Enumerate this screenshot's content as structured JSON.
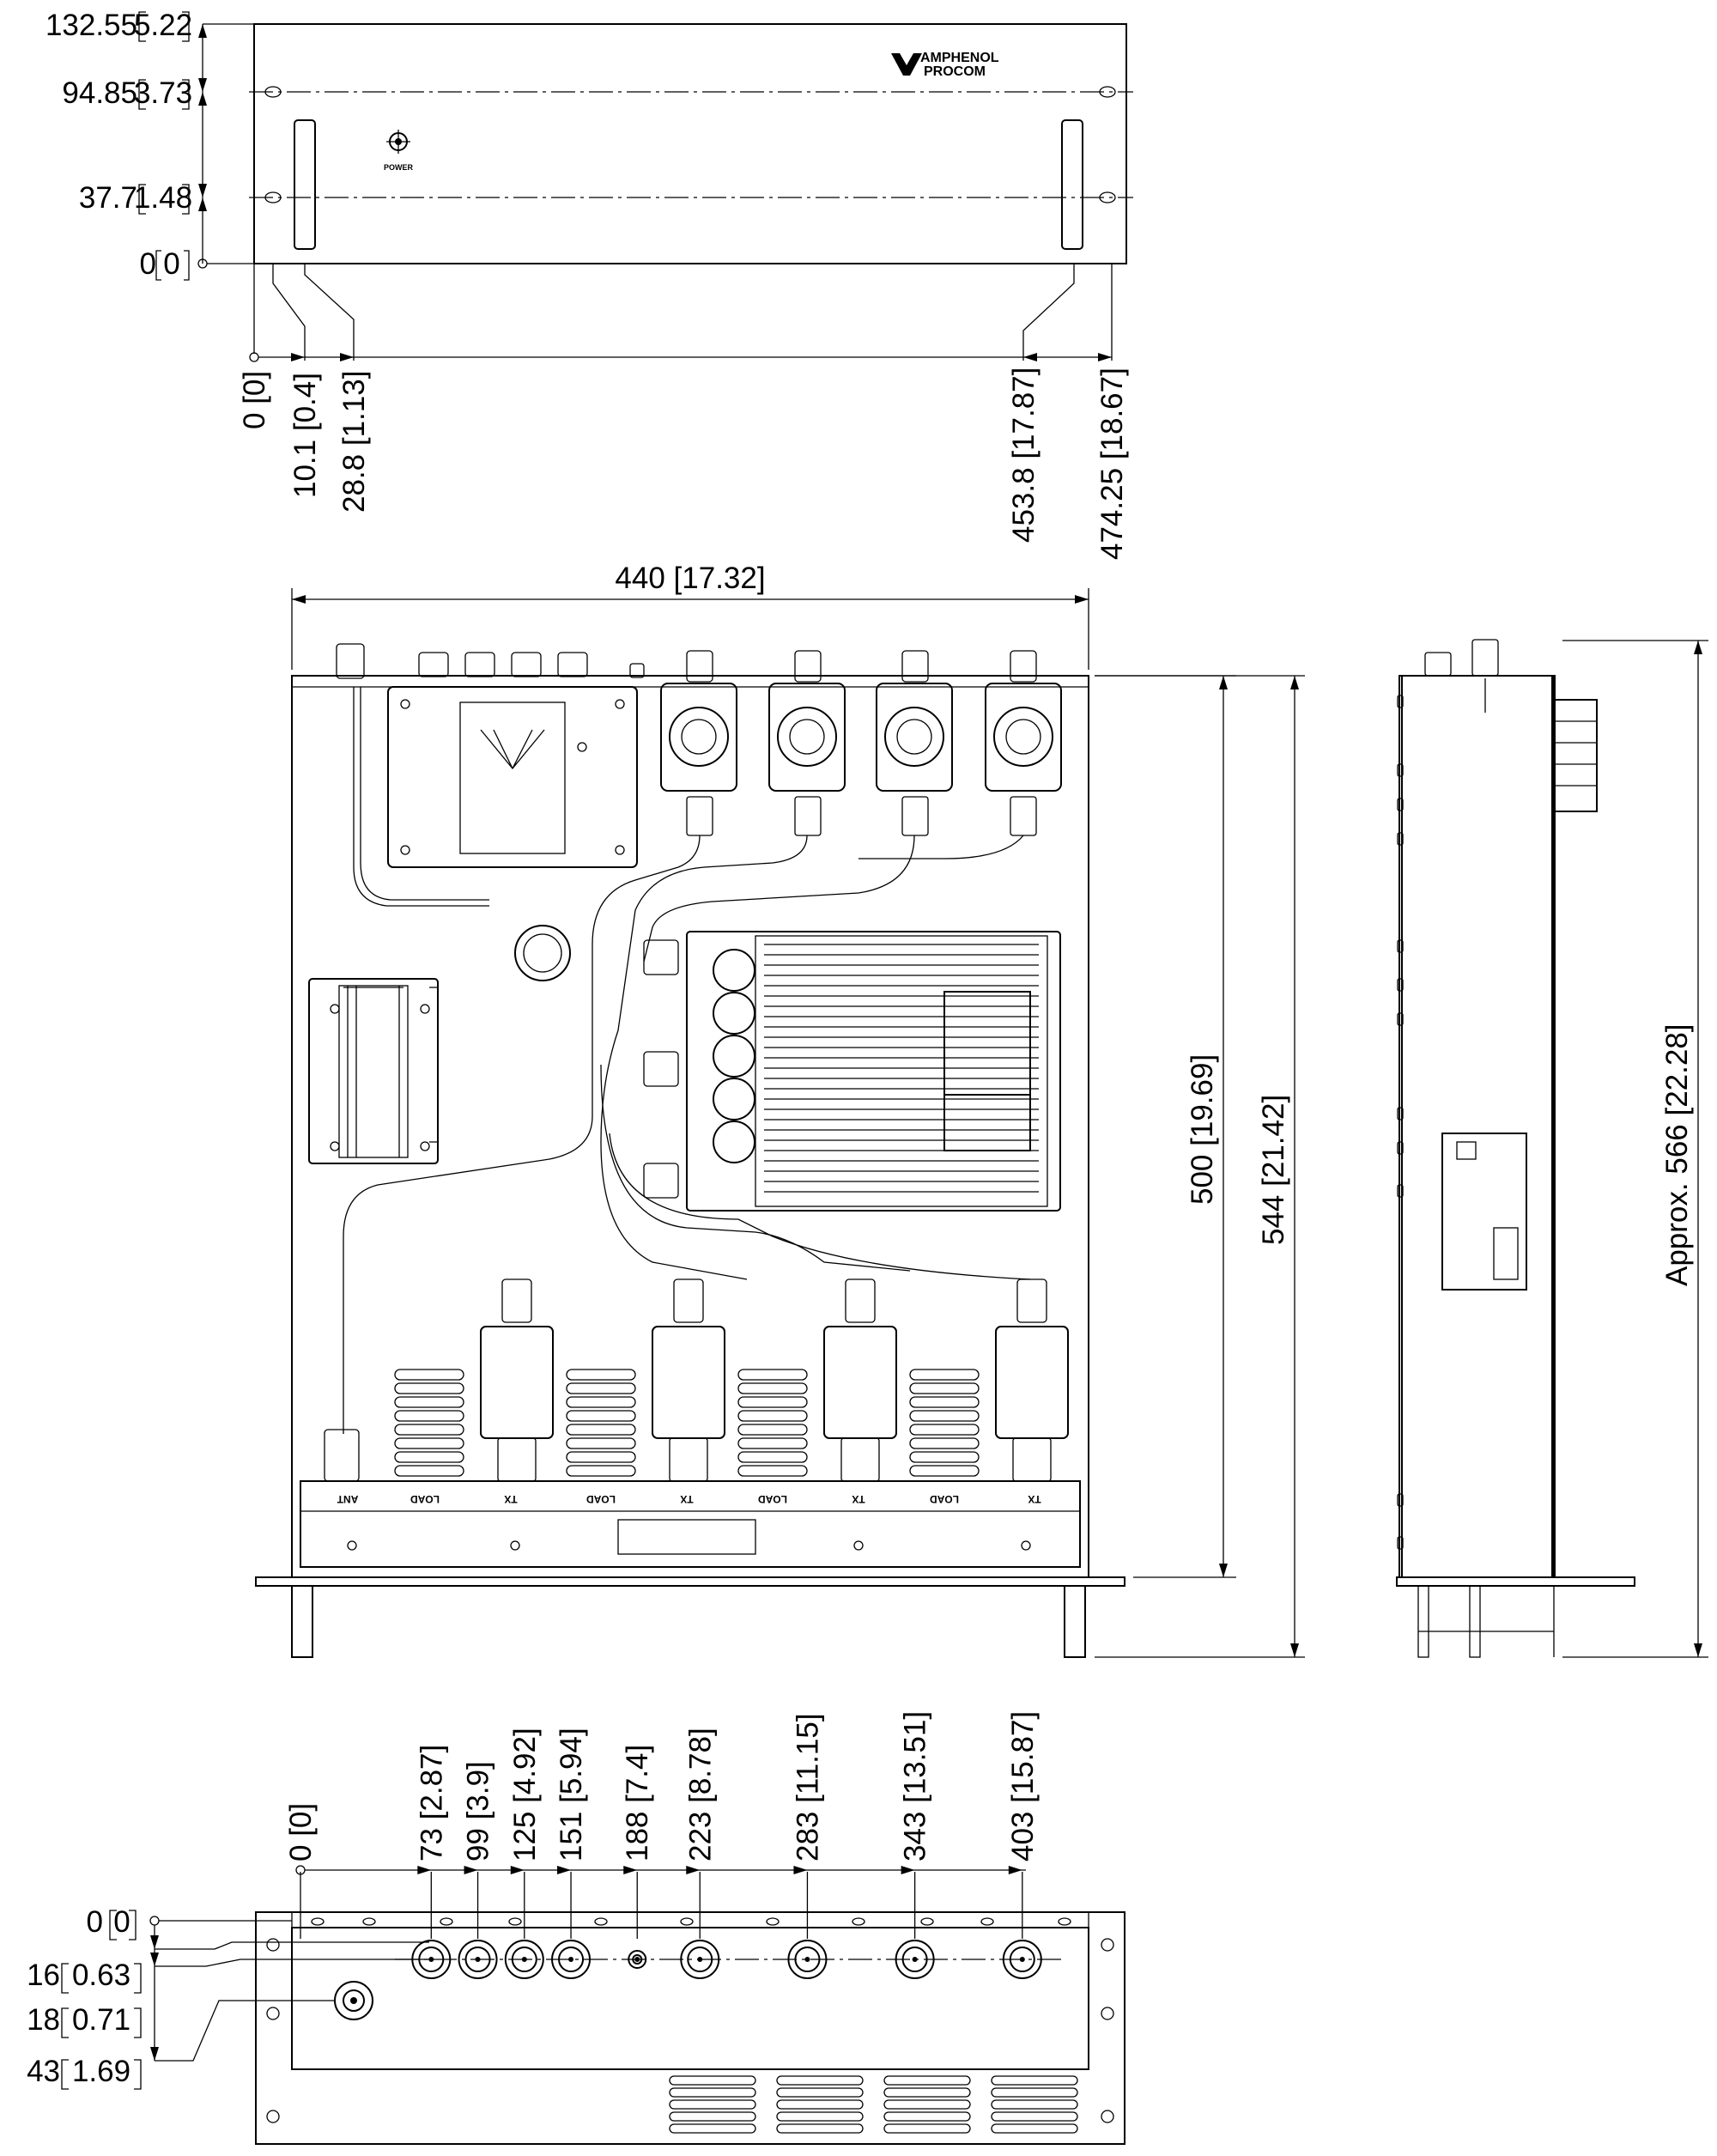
{
  "brand": {
    "line1": "AMPHENOL",
    "line2": "PROCOM"
  },
  "front_view": {
    "power_label": "POWER",
    "vertical_dims": [
      {
        "value": "132.55",
        "inch": "5.22"
      },
      {
        "value": "94.85",
        "inch": "3.73"
      },
      {
        "value": "37.7",
        "inch": "1.48"
      },
      {
        "value": "0",
        "inch": "0"
      }
    ],
    "horizontal_dims": [
      {
        "value": "0",
        "inch": "0"
      },
      {
        "value": "10.1",
        "inch": "0.4"
      },
      {
        "value": "28.8",
        "inch": "1.13"
      },
      {
        "value": "453.8",
        "inch": "17.87"
      },
      {
        "value": "474.25",
        "inch": "18.67"
      }
    ]
  },
  "top_view": {
    "width_dim": {
      "value": "440",
      "inch": "17.32"
    },
    "depth_dims": [
      {
        "value": "500",
        "inch": "19.69"
      },
      {
        "value": "544",
        "inch": "21.42"
      }
    ],
    "port_labels": [
      "ANT",
      "LOAD",
      "TX",
      "LOAD",
      "TX",
      "LOAD",
      "TX",
      "LOAD",
      "TX"
    ]
  },
  "side_view": {
    "length_dim": {
      "prefix": "Approx.",
      "value": "566",
      "inch": "22.28"
    }
  },
  "rear_view": {
    "horizontal_dims": [
      {
        "value": "0",
        "inch": "0"
      },
      {
        "value": "73",
        "inch": "2.87"
      },
      {
        "value": "99",
        "inch": "3.9"
      },
      {
        "value": "125",
        "inch": "4.92"
      },
      {
        "value": "151",
        "inch": "5.94"
      },
      {
        "value": "188",
        "inch": "7.4"
      },
      {
        "value": "223",
        "inch": "8.78"
      },
      {
        "value": "283",
        "inch": "11.15"
      },
      {
        "value": "343",
        "inch": "13.51"
      },
      {
        "value": "403",
        "inch": "15.87"
      }
    ],
    "vertical_dims": [
      {
        "value": "0",
        "inch": "0"
      },
      {
        "value": "16",
        "inch": "0.63"
      },
      {
        "value": "18",
        "inch": "0.71"
      },
      {
        "value": "43",
        "inch": "1.69"
      }
    ]
  },
  "colors": {
    "line": "#000000",
    "background": "#ffffff"
  }
}
